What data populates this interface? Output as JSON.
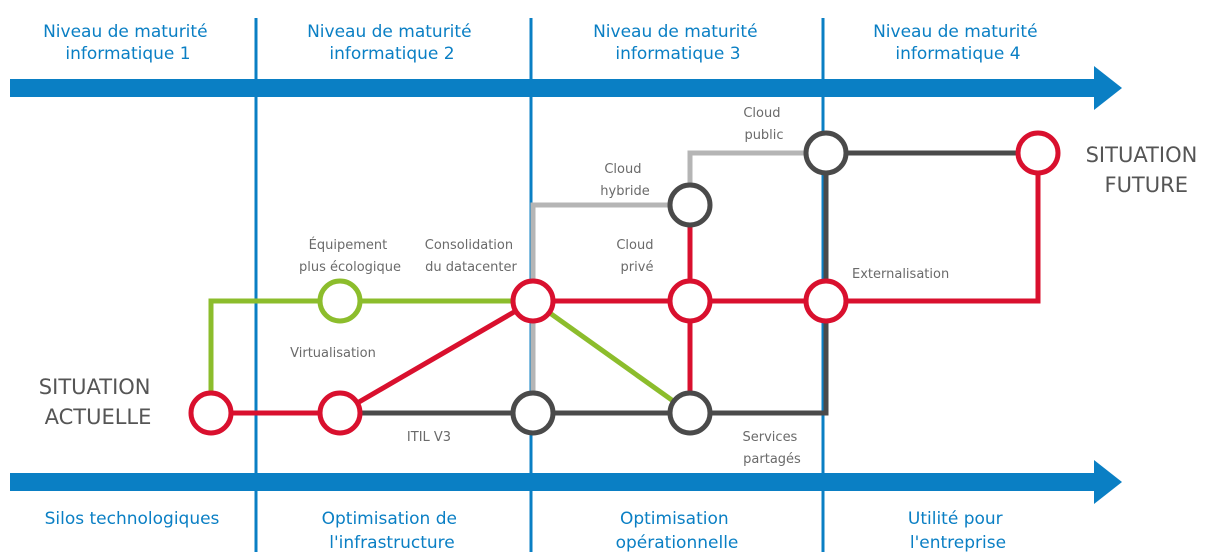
{
  "colors": {
    "blue": "#0a7fc4",
    "green": "#8cbd2c",
    "red": "#d9102e",
    "dark": "#4a4a4a",
    "gray": "#b5b5b5"
  },
  "levels": [
    {
      "line1": "Niveau de maturité",
      "line2": "informatique 1"
    },
    {
      "line1": "Niveau de maturité",
      "line2": "informatique 2"
    },
    {
      "line1": "Niveau de maturité",
      "line2": "informatique 3"
    },
    {
      "line1": "Niveau de maturité",
      "line2": "informatique 4"
    }
  ],
  "stages": [
    {
      "line1": "Silos technologiques",
      "line2": ""
    },
    {
      "line1": "Optimisation de",
      "line2": "l'infrastructure"
    },
    {
      "line1": "Optimisation",
      "line2": "opérationnelle"
    },
    {
      "line1": "Utilité pour",
      "line2": "l'entreprise"
    }
  ],
  "current_state": {
    "line1": "SITUATION",
    "line2": "ACTUELLE"
  },
  "future_state": {
    "line1": "SITUATION",
    "line2": "FUTURE"
  },
  "labels": {
    "equipement": {
      "line1": "Équipement",
      "line2": "plus écologique"
    },
    "consolidation": {
      "line1": "Consolidation",
      "line2": "du datacenter"
    },
    "virtualisation": "Virtualisation",
    "itil": "ITIL V3",
    "cloud_hybride": {
      "line1": "Cloud",
      "line2": "hybride"
    },
    "cloud_public": {
      "line1": "Cloud",
      "line2": "public"
    },
    "cloud_prive": {
      "line1": "Cloud",
      "line2": "privé"
    },
    "externalisation": "Externalisation",
    "services_partages": {
      "line1": "Services",
      "line2": "partagés"
    }
  }
}
